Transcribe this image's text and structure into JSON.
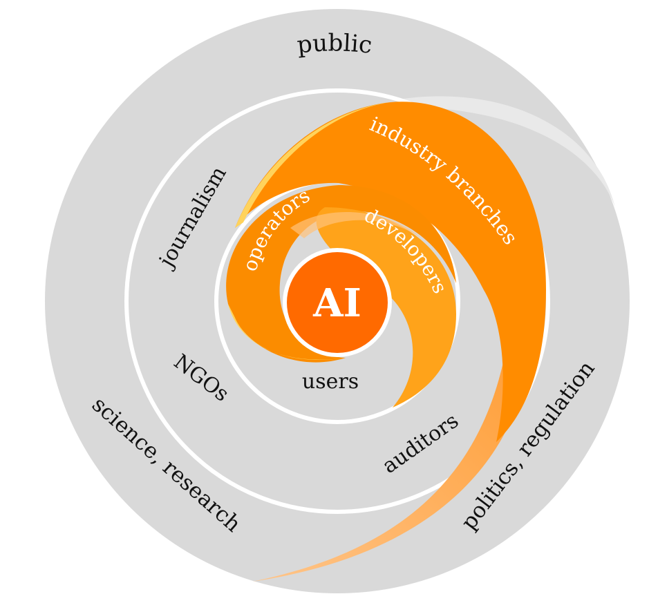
{
  "diagram": {
    "labels": {
      "core": "AI",
      "public": "public",
      "journalism": "journalism",
      "ngos": "NGOs",
      "science": "science, research",
      "politics": "politics, regulation",
      "auditors": "auditors",
      "users": "users",
      "operators": "operators",
      "developers": "developers",
      "industry": "industry branches"
    }
  },
  "colors": {
    "ring_gray": "#d9d9d9",
    "ring_gap": "#ffffff",
    "core_orange": "#ff6a00",
    "industry_orange": "#ff8c00",
    "operators_orange": "#fb8c00",
    "developers_orange": "#ffa31a",
    "tail_orange": "#ffb366",
    "yellow_edge": "#ffd35c"
  }
}
